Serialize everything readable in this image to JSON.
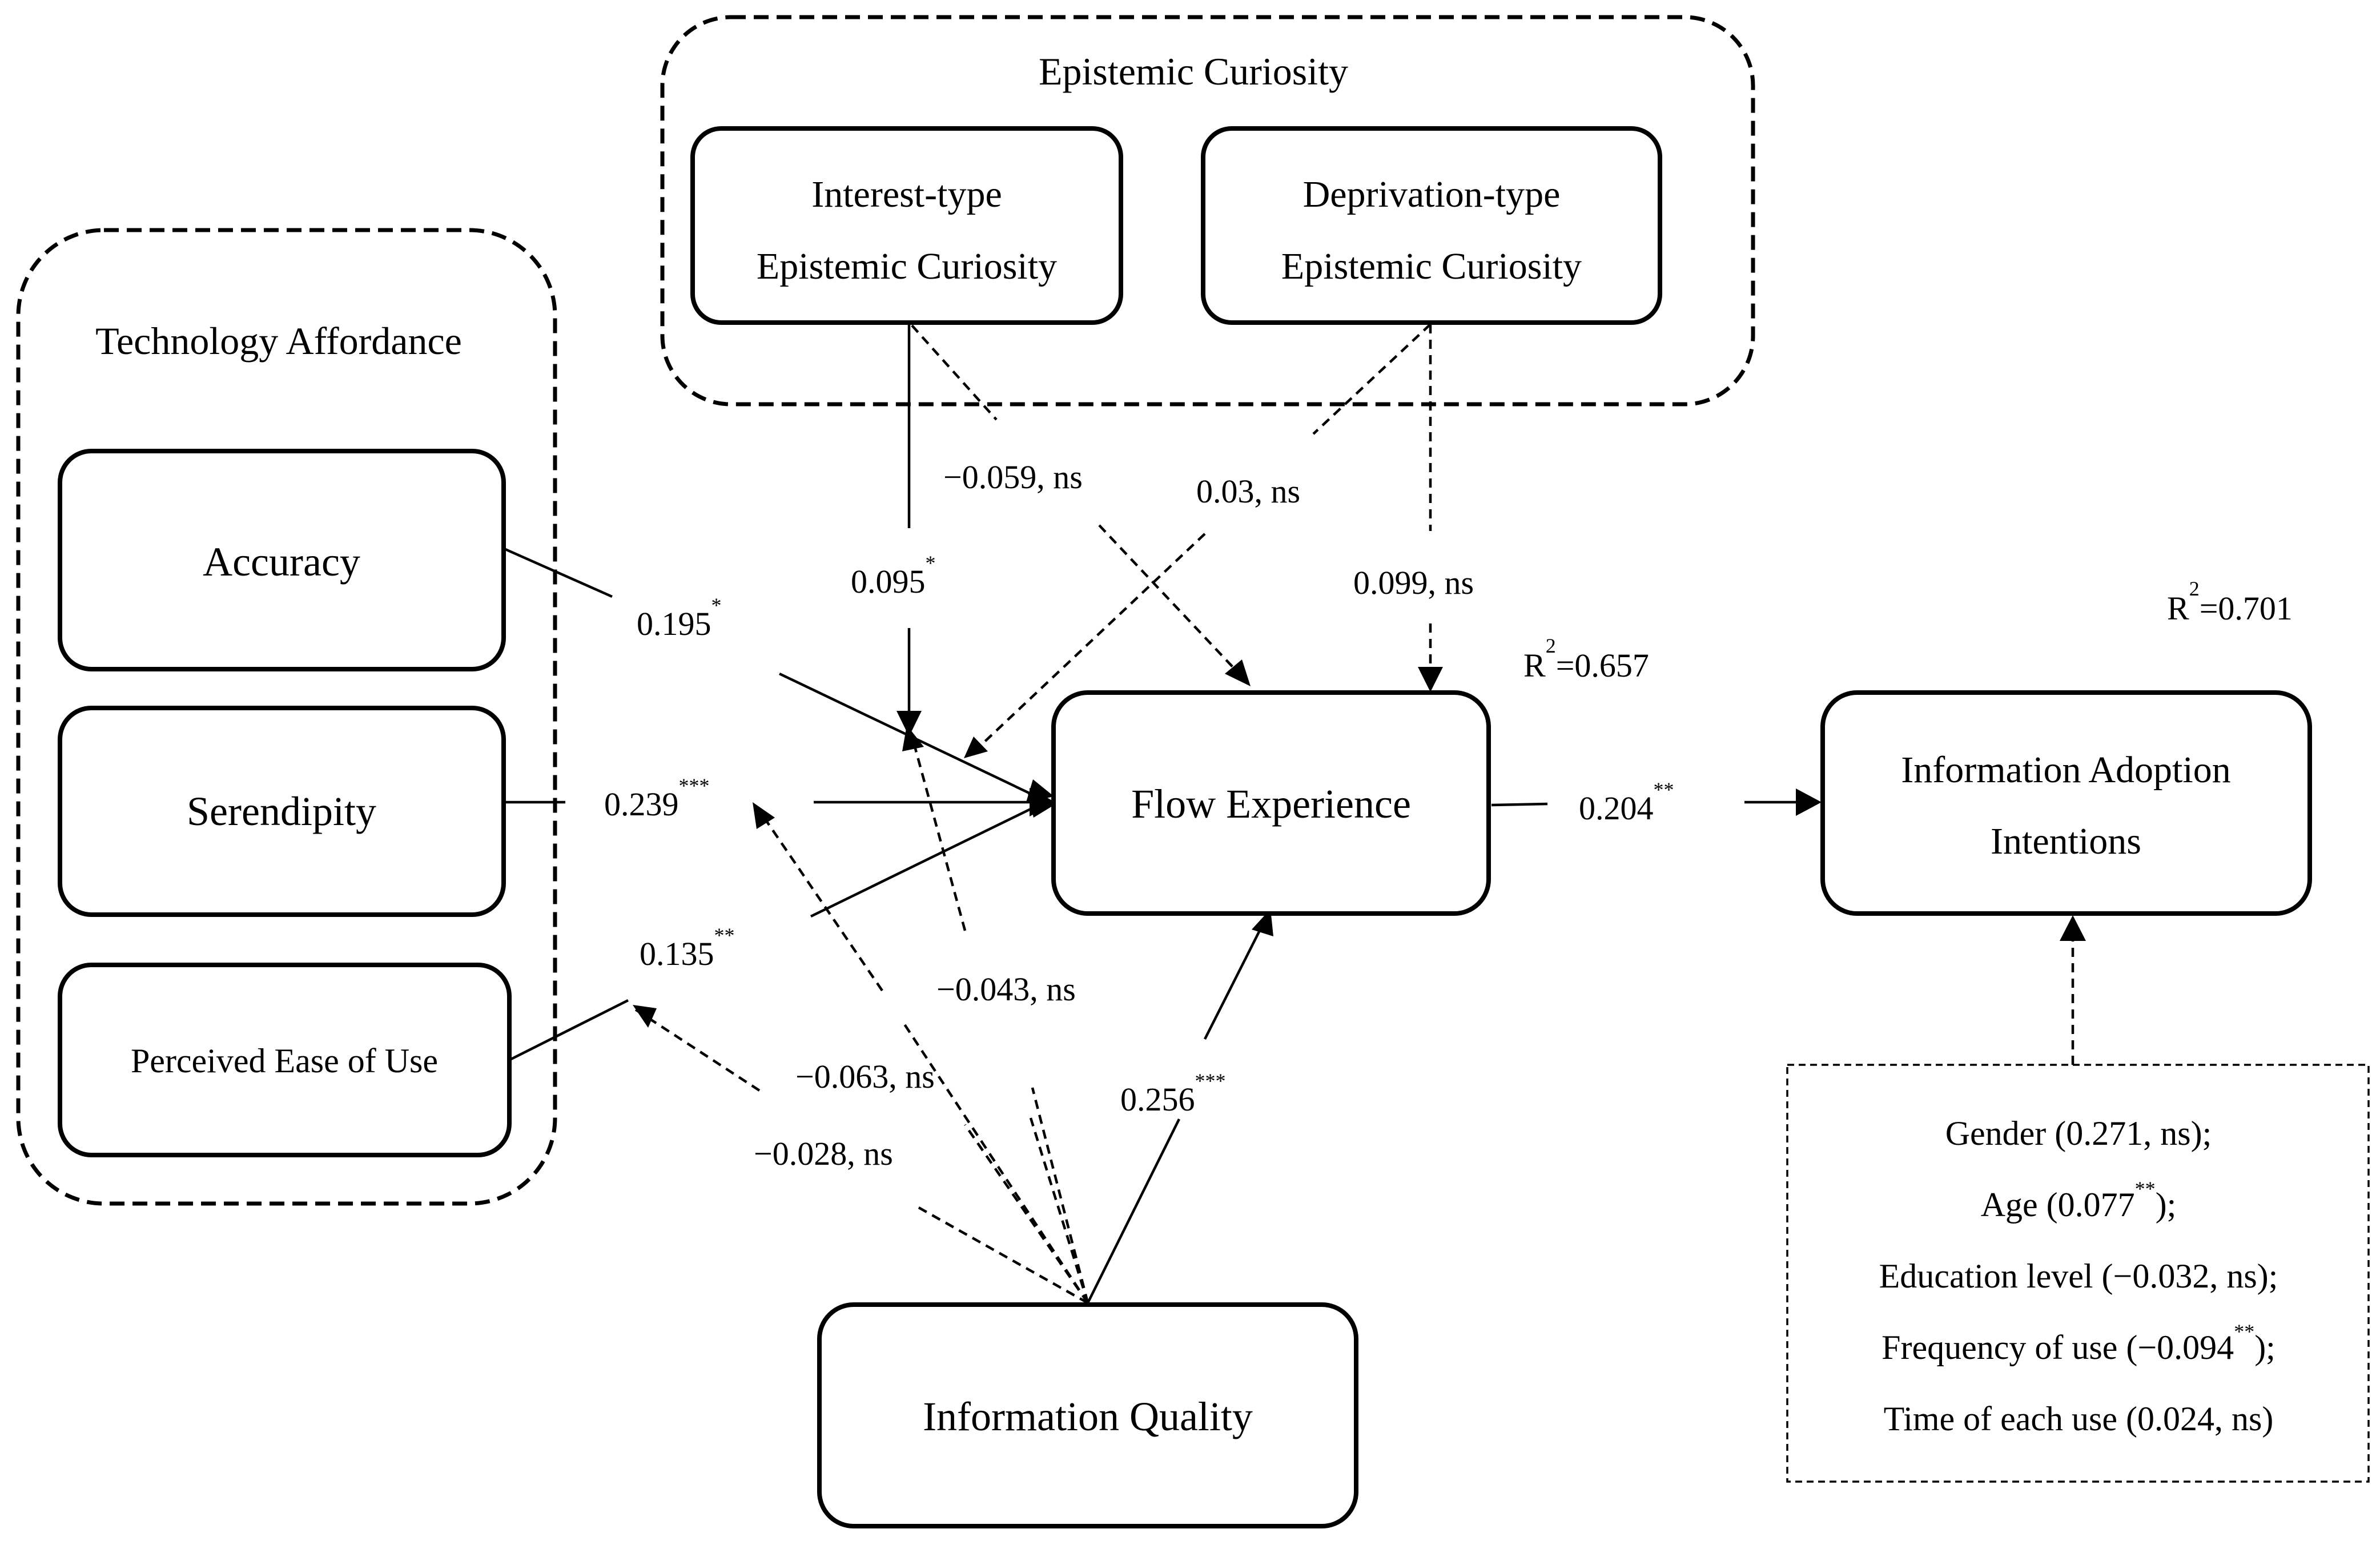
{
  "groups": {
    "technology_affordance": "Technology Affordance",
    "epistemic_curiosity": "Epistemic Curiosity"
  },
  "constructs": {
    "interest_type": [
      "Interest-type",
      "Epistemic Curiosity"
    ],
    "deprivation_type": [
      "Deprivation-type",
      "Epistemic Curiosity"
    ],
    "accuracy": "Accuracy",
    "serendipity": "Serendipity",
    "ease_of_use": "Perceived Ease of Use",
    "flow_experience": "Flow Experience",
    "information_quality": "Information Quality",
    "adoption_intentions": [
      "Information Adoption",
      "Intentions"
    ]
  },
  "paths": {
    "accuracy_flow": {
      "value": "0.195",
      "sig": "*"
    },
    "serendipity_flow": {
      "value": "0.239",
      "sig": "***"
    },
    "ease_flow": {
      "value": "0.135",
      "sig": "**"
    },
    "interest_moderation": {
      "value": "0.095",
      "sig": "*"
    },
    "interest_flow": "−0.059, ns",
    "deprivation_moderation": "0.03, ns",
    "deprivation_flow": "0.099, ns",
    "quality_moderation_1": "−0.043, ns",
    "quality_moderation_2": "−0.063, ns",
    "quality_moderation_3": "−0.028, ns",
    "quality_flow": {
      "value": "0.256",
      "sig": "***"
    },
    "flow_adoption": {
      "value": "0.204",
      "sig": "**"
    }
  },
  "r_squared": {
    "flow_experience": {
      "symbol": "R",
      "exp": "2",
      "value": "=0.657"
    },
    "adoption_intentions": {
      "symbol": "R",
      "exp": "2",
      "value": "=0.701"
    }
  },
  "controls": {
    "gender": "Gender (0.271, ns);",
    "age": {
      "before": "Age (0.077",
      "sig": "**",
      "after": ");"
    },
    "education": "Education level (−0.032, ns);",
    "frequency": {
      "before": "Frequency of use (−0.094",
      "sig": "**",
      "after": ");"
    },
    "time": "Time of each use (0.024, ns)"
  }
}
